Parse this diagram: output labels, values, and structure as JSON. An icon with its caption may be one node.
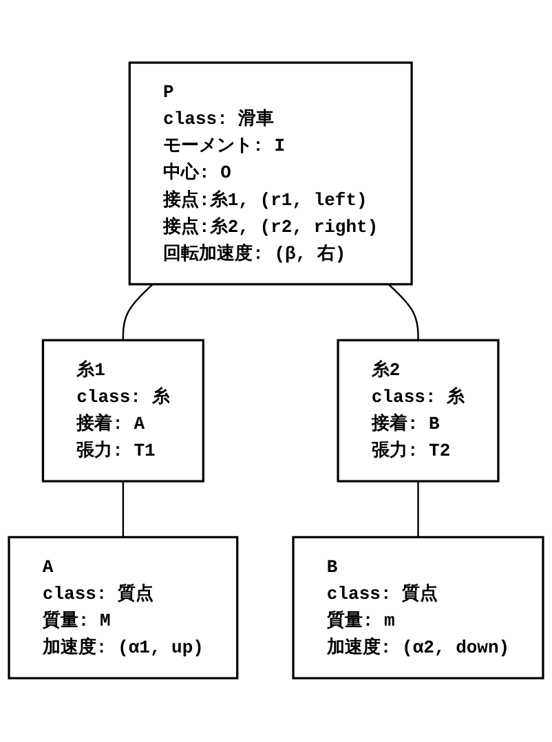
{
  "diagram": {
    "nodes": [
      {
        "text": [
          "P",
          "class: 滑車",
          "モーメント: I",
          "中心: O",
          "接点:糸1, (r1, left)",
          "接点:糸2, (r2, right)",
          "回転加速度: (β, 右)"
        ]
      },
      {
        "text": [
          "糸1",
          "class: 糸",
          "接着: A",
          "張力: T1"
        ]
      },
      {
        "text": [
          "糸2",
          "class: 糸",
          "接着: B",
          "張力: T2"
        ]
      },
      {
        "text": [
          "A",
          "class: 質点",
          "質量: M",
          "加速度: (α1, up)"
        ]
      },
      {
        "text": [
          "B",
          "class: 質点",
          "質量: m",
          "加速度: (α2, down)"
        ]
      }
    ],
    "edges": [
      {
        "from": 0,
        "to": 1,
        "arrow": "none"
      },
      {
        "from": 0,
        "to": 2,
        "arrow": "none"
      },
      {
        "from": 1,
        "to": 3,
        "arrow": "none"
      },
      {
        "from": 2,
        "to": 4,
        "arrow": "none"
      }
    ]
  }
}
